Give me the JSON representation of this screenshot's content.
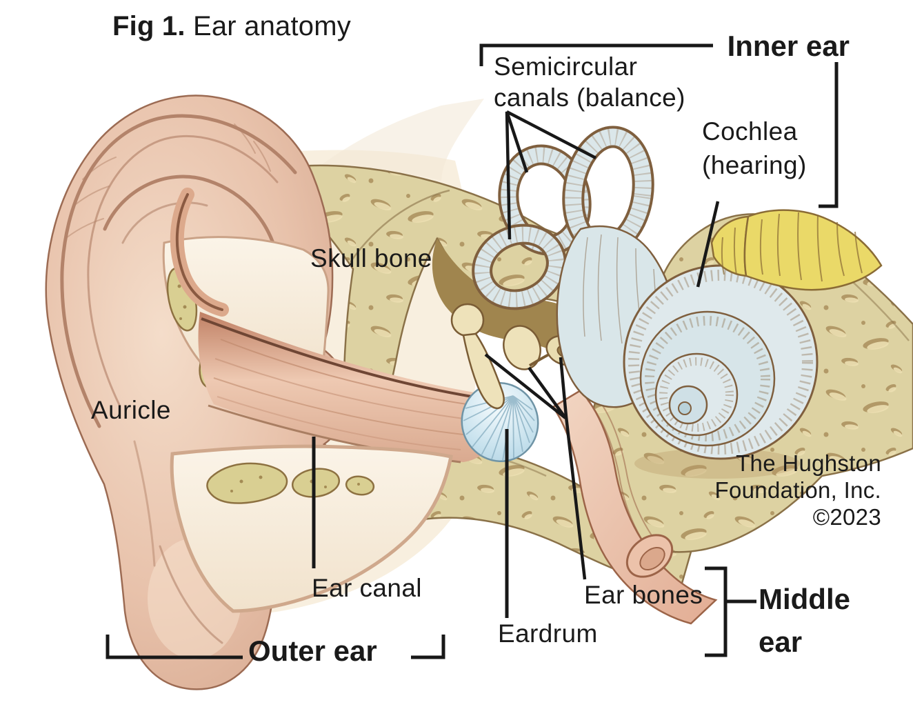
{
  "figure": {
    "title_bold": "Fig 1.",
    "title_rest": " Ear anatomy"
  },
  "labels": {
    "inner_ear": "Inner ear",
    "semicircular_1": "Semicircular",
    "semicircular_2": "canals (balance)",
    "cochlea_1": "Cochlea",
    "cochlea_2": "(hearing)",
    "skull_bone": "Skull bone",
    "auricle": "Auricle",
    "ear_canal": "Ear canal",
    "eardrum": "Eardrum",
    "ear_bones": "Ear bones",
    "outer_ear": "Outer ear",
    "middle_ear_1": "Middle",
    "middle_ear_2": "ear"
  },
  "credit": {
    "line1": "The Hughston",
    "line2": "Foundation, Inc.",
    "line3": "©2023"
  },
  "palette": {
    "background": "#ffffff",
    "skin": "#e8c2ab",
    "skin_shadow": "#b3836a",
    "skin_outline": "#9c6b53",
    "soft_tissue": "#f6ecdc",
    "cartilage": "#d9cf92",
    "skull_bone": "#ddd2a2",
    "bone_speckle": "#a78b58",
    "middle_ear_cavity": "#a0854e",
    "inner_ear_blue": "#d9e6e9",
    "inner_ear_outline": "#7f5f3e",
    "eardrum_blue": "#c6e1ed",
    "nerve_yellow": "#ead968",
    "eustachian_pink": "#eac7b2",
    "label_text": "#1a1a1a",
    "pointer_line": "#181818"
  }
}
